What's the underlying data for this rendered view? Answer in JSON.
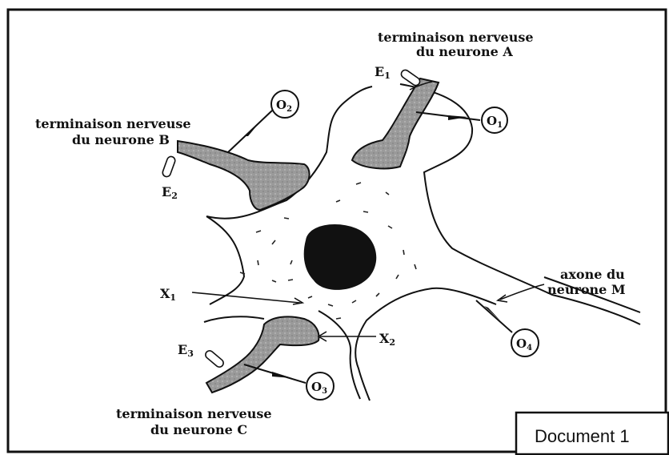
{
  "diagram": {
    "labels": {
      "neurone_a_line1": "terminaison nerveuse",
      "neurone_a_line2": "du neurone A",
      "neurone_b_line1": "terminaison nerveuse",
      "neurone_b_line2": "du neurone B",
      "neurone_c_line1": "terminaison nerveuse",
      "neurone_c_line2": "du neurone C",
      "axone_line1": "axone du",
      "axone_line2": "neurone M"
    },
    "electrodes": {
      "E1": "E",
      "E1_sub": "1",
      "E2": "E",
      "E2_sub": "2",
      "E3": "E",
      "E3_sub": "3"
    },
    "oscilloscopes": {
      "O1": "O",
      "O1_sub": "1",
      "O2": "O",
      "O2_sub": "2",
      "O3": "O",
      "O3_sub": "3",
      "O4": "O",
      "O4_sub": "4"
    },
    "points": {
      "X1": "X",
      "X1_sub": "1",
      "X2": "X",
      "X2_sub": "2"
    },
    "document_box": "Document 1",
    "colors": {
      "terminal_fill": "#9a9a9a",
      "nucleus_fill": "#111111",
      "outline": "#111111"
    }
  }
}
